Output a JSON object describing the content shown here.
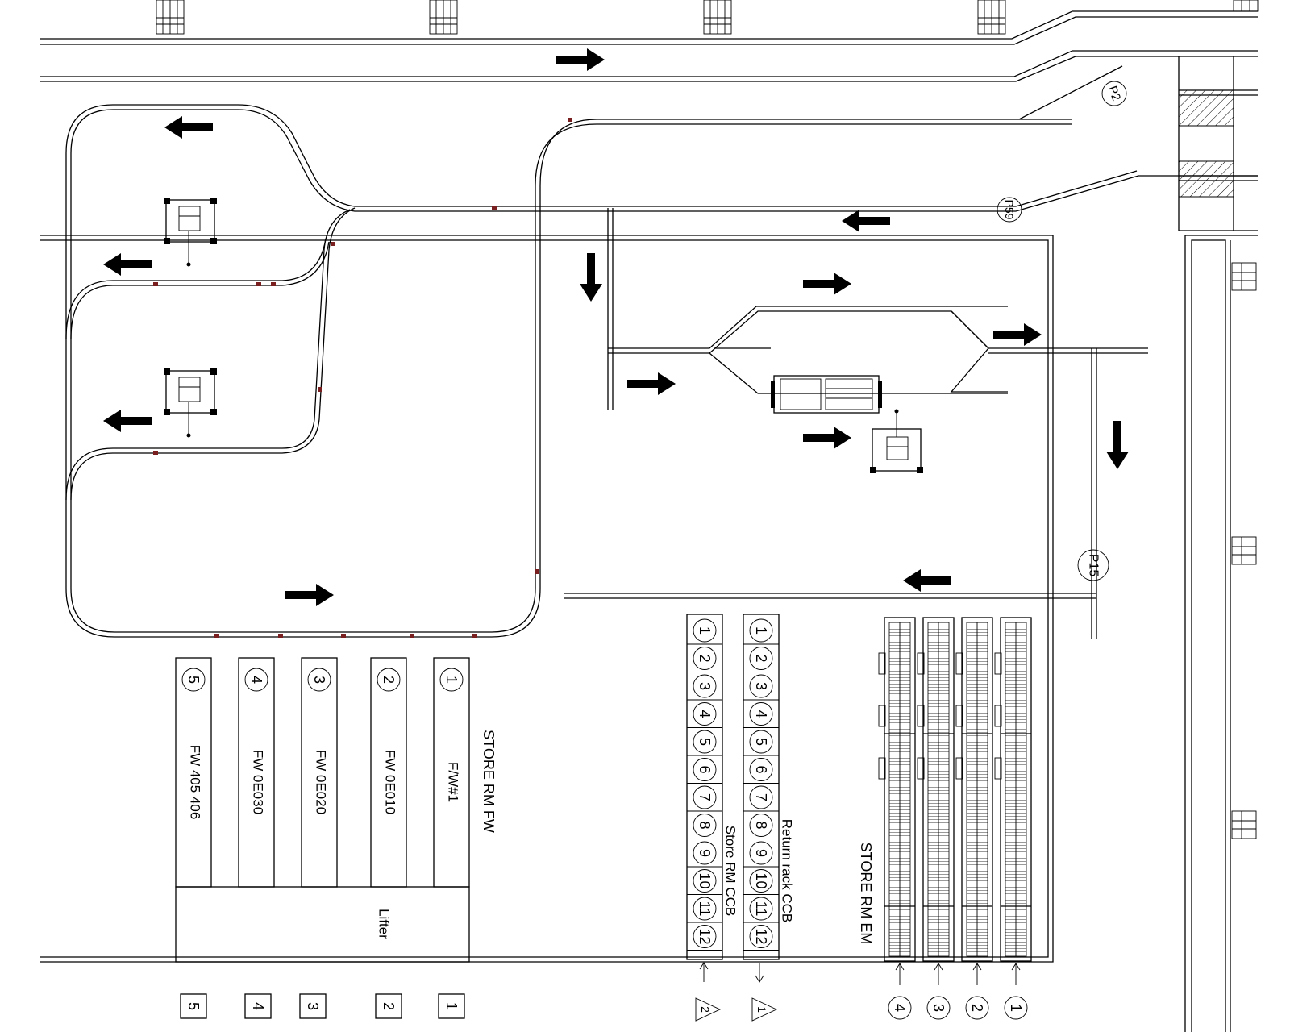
{
  "markers": {
    "p2": "P2",
    "p59": "P59",
    "p15": "P15"
  },
  "store_fw": {
    "title": "STORE RM FW",
    "lifter": "Lifter",
    "lanes": [
      {
        "num": "5",
        "label": "FW 405 406"
      },
      {
        "num": "4",
        "label": "FW 0E030"
      },
      {
        "num": "3",
        "label": "FW 0E020"
      },
      {
        "num": "2",
        "label": "FW 0E010"
      },
      {
        "num": "1",
        "label": "F/W#1"
      }
    ],
    "bottom_numbers": [
      "5",
      "4",
      "3",
      "2",
      "1"
    ]
  },
  "ccb": {
    "store_label": "Store RM CCB",
    "return_label": "Return rack CCB",
    "slots": [
      "1",
      "2",
      "3",
      "4",
      "5",
      "6",
      "7",
      "8",
      "9",
      "10",
      "11",
      "12"
    ],
    "store_marker": "2",
    "return_marker": "1"
  },
  "store_em": {
    "title": "STORE RM EM",
    "conveyor_numbers": [
      "4",
      "3",
      "2",
      "1"
    ]
  },
  "icons": {
    "flow_arrow": "flow-direction-arrow-icon",
    "vehicle": "agv-cart-icon",
    "conveyor": "roller-conveyor-icon"
  },
  "colors": {
    "line": "#000000",
    "track_marker": "#7a1f1f",
    "background": "#ffffff"
  }
}
